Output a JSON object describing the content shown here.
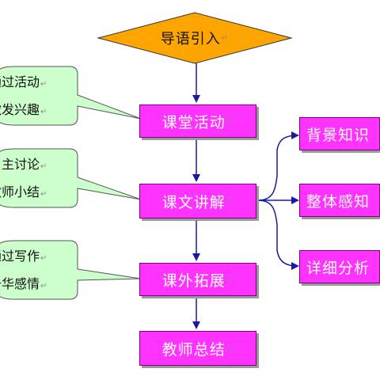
{
  "diagram": {
    "top": {
      "label": "导语引入"
    },
    "main_steps": [
      {
        "label": "课堂活动"
      },
      {
        "label": "课文讲解"
      },
      {
        "label": "课外拓展"
      },
      {
        "label": "教师总结"
      }
    ],
    "right_branches": [
      {
        "label": "背景知识"
      },
      {
        "label": "整体感知"
      },
      {
        "label": "详细分析"
      }
    ],
    "callouts": [
      {
        "line1": "通过活动",
        "line2": "激发兴趣"
      },
      {
        "line1": "自主讨论",
        "line2": "教师小结"
      },
      {
        "line1": "通过写作",
        "line2": "升华感情"
      }
    ],
    "paragraph_mark": "↵"
  },
  "colors": {
    "diamond_fill": "#ffa500",
    "box_fill": "#ff33ff",
    "callout_fill": "#ccffcc",
    "arrow": "#1a1aa0"
  }
}
